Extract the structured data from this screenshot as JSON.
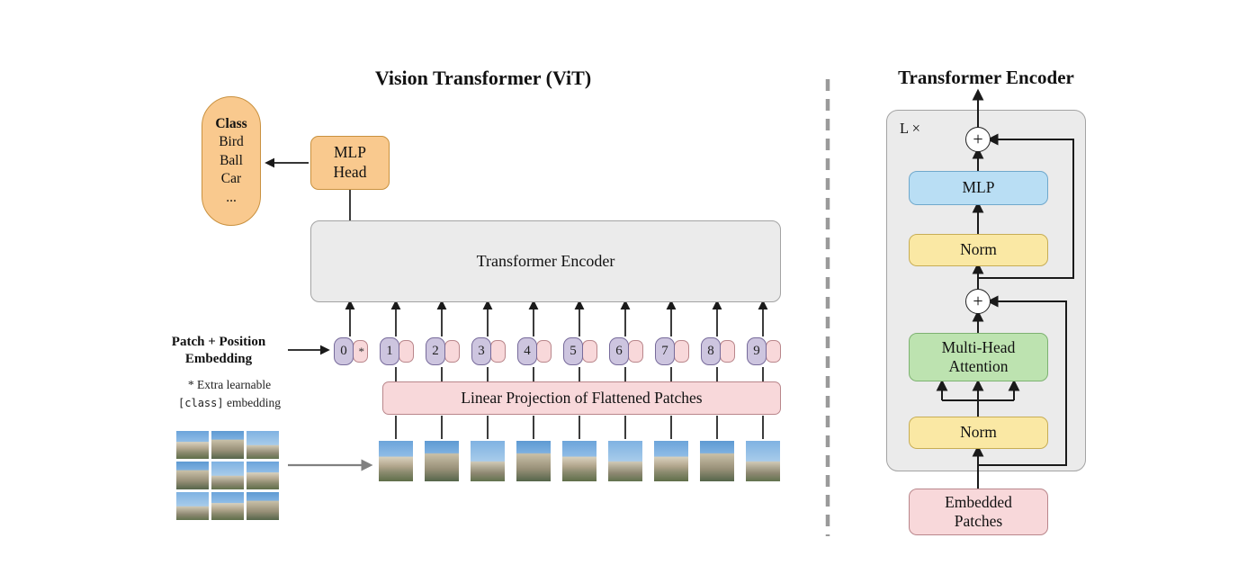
{
  "colors": {
    "orange": "#f9c98e",
    "orange_border": "#c9913f",
    "gray_box": "#ebebeb",
    "gray_border": "#a3a3a3",
    "purple": "#cdc5df",
    "purple_border": "#776b9b",
    "pink": "#f8d8da",
    "pink_border": "#b9868b",
    "blue": "#b9def4",
    "blue_border": "#6fa8cc",
    "yellow": "#fae8a4",
    "yellow_border": "#c7ad55",
    "green": "#bde3b0",
    "green_border": "#7db271"
  },
  "vit": {
    "title": "Vision Transformer (ViT)",
    "class_pill": {
      "heading": "Class",
      "items": [
        "Bird",
        "Ball",
        "Car",
        "..."
      ]
    },
    "mlp_head": "MLP\nHead",
    "encoder_label": "Transformer Encoder",
    "patch_label": "Patch + Position\nEmbedding",
    "footnote_line1": "* Extra learnable",
    "footnote_code": "[class]",
    "footnote_rest": " embedding",
    "linear_projection": "Linear Projection of Flattened Patches",
    "tokens": [
      {
        "num": "0",
        "star": "*"
      },
      {
        "num": "1"
      },
      {
        "num": "2"
      },
      {
        "num": "3"
      },
      {
        "num": "4"
      },
      {
        "num": "5"
      },
      {
        "num": "6"
      },
      {
        "num": "7"
      },
      {
        "num": "8"
      },
      {
        "num": "9"
      }
    ]
  },
  "encoder": {
    "title": "Transformer Encoder",
    "loop_label": "L ×",
    "plus": "+",
    "mlp_label": "MLP",
    "norm_label_1": "Norm",
    "attention_label": "Multi-Head\nAttention",
    "norm_label_2": "Norm",
    "embedded_label": "Embedded\nPatches"
  }
}
